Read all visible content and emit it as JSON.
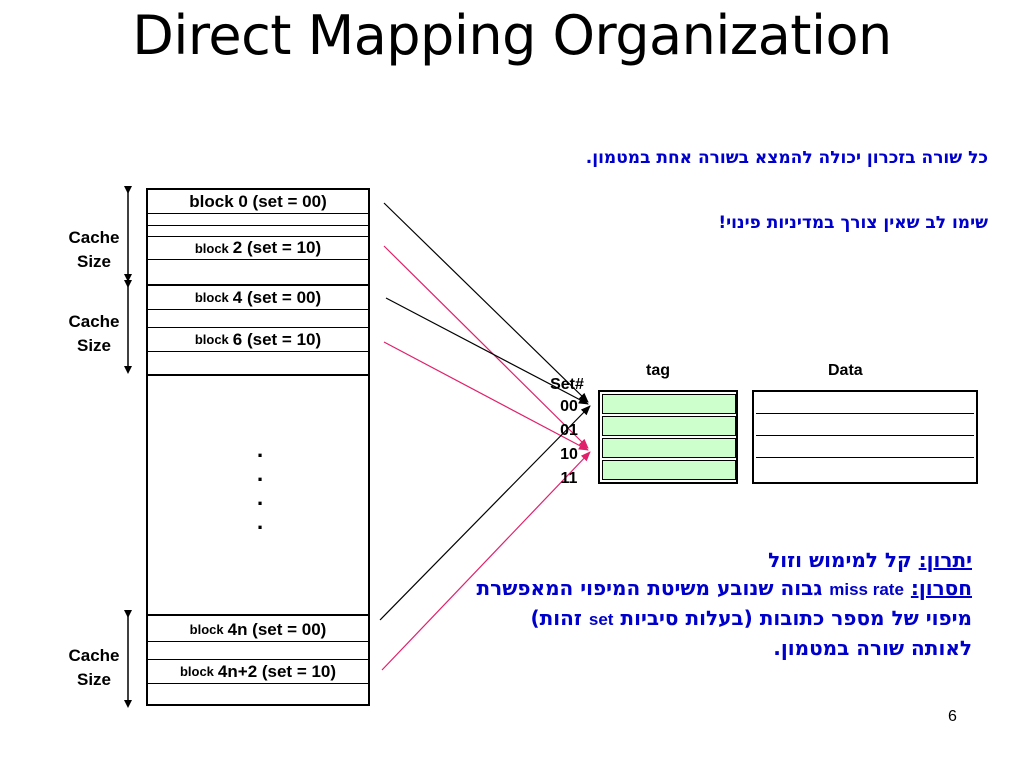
{
  "title": "Direct Mapping Organization",
  "notes_top": {
    "line1": "כל שורה בזכרון יכולה להמצא בשורה אחת במטמון.",
    "line2": "שימו לב שאין צורך במדיניות פינוי!"
  },
  "memory": {
    "blocks": [
      {
        "word": "",
        "label": "block 0 (set = 00)"
      },
      {
        "word": "block",
        "label": "2 (set = 10)"
      },
      {
        "word": "block",
        "label": "4 (set = 00)"
      },
      {
        "word": "block",
        "label": "6 (set = 10)"
      },
      {
        "word": "block",
        "label": "4n (set = 00)"
      },
      {
        "word": "block",
        "label": "4n+2 (set = 10)"
      }
    ],
    "dots": [
      ".",
      ".",
      ".",
      "."
    ],
    "cache_size_label": [
      "Cache",
      "Size"
    ]
  },
  "cache_table": {
    "set_header": "Set#",
    "tag_header": "tag",
    "data_header": "Data",
    "sets": [
      "00",
      "01",
      "10",
      "11"
    ]
  },
  "notes_bottom": {
    "advantage_label": "יתרון:",
    "advantage_text": " קל למימוש וזול",
    "disadvantage_label": "חסרון:",
    "disadvantage_text_1": " ",
    "miss_rate": "miss rate",
    "disadvantage_text_2": " גבוה שנובע משיטת המיפוי המאפשרת מיפוי של מספר כתובות (בעלות סיביות ",
    "set_word": "set",
    "disadvantage_text_3": " זהות) לאותה שורה במטמון."
  },
  "page_number": "6",
  "colors": {
    "arrow_black": "#000000",
    "arrow_pink": "#e0206a",
    "hebrew_text": "#0000cc",
    "tag_fill": "#ccffcc"
  }
}
